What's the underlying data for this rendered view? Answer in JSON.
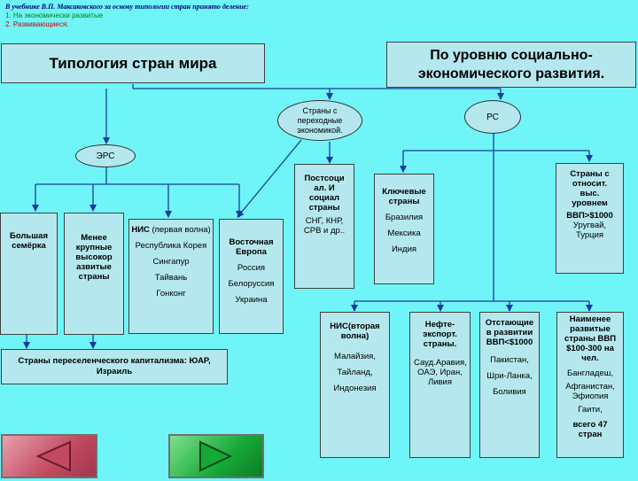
{
  "note": {
    "line0": "В учебнике В.П. Максаковского за основу типологии стран принято деление:",
    "line1": "1. На экономически развитые",
    "line2": "2. Развивающиеся."
  },
  "title": "Типология стран мира",
  "criterion": "По уровню социально-экономического развития.",
  "nodes": {
    "transition": "Страны с переходные экономикой.",
    "ers": "ЭРС",
    "rs": "РС"
  },
  "boxes": {
    "g7": "Большая семёрка",
    "less_developed": "Менее крупные высокор азвитые страны",
    "nic1": {
      "head": "НИС",
      "sub": " (первая волна)",
      "items": [
        "Республика Корея",
        "Сингапур",
        "Тайвань",
        "Гонконг"
      ]
    },
    "eastern_europe": {
      "head": "Восточная Европа",
      "items": [
        "Россия",
        "Белоруссия",
        "Украина"
      ]
    },
    "post_socialist": {
      "head": "Постсоци ал. И социал страны",
      "items": [
        "СНГ, КНР, СРВ и др.."
      ]
    },
    "key": {
      "head": "Ключевые страны",
      "items": [
        "Бразилия",
        "Мексика",
        "Индия"
      ]
    },
    "relatively_high": {
      "head": "Страны с относит. выс. уровнем",
      "sub": "ВВП>$1000",
      "items": [
        "Уругвай, Турция"
      ]
    },
    "settler": "Страны переселенческого капитализма: ЮАР, Израиль",
    "nic2": {
      "head": "НИС(вторая волна)",
      "items": [
        "Малайзия,",
        "Тайланд,",
        "Индонезия"
      ]
    },
    "oil": {
      "head": "Нефте-экспорт. страны.",
      "items": [
        "Сауд.Аравия, ОАЭ, Иран, Ливия"
      ]
    },
    "lagging": {
      "head": "Отстающие в развитии ВВП<$1000",
      "items": [
        "Пакистан,",
        "Шри-Ланка,",
        "Боливия"
      ]
    },
    "least": {
      "head": "Наименее развитые страны ВВП $100-300 на чел.",
      "items": [
        "Бангладеш,",
        "Афганистан, Эфиопия",
        "Гаити,"
      ],
      "total": "всего 47 стран"
    }
  },
  "colors": {
    "background": "#6ff5f7",
    "box": "#b4e8ee",
    "line": "#1a3aa0",
    "nav_back": "#c24a60",
    "nav_next": "#16a836"
  }
}
